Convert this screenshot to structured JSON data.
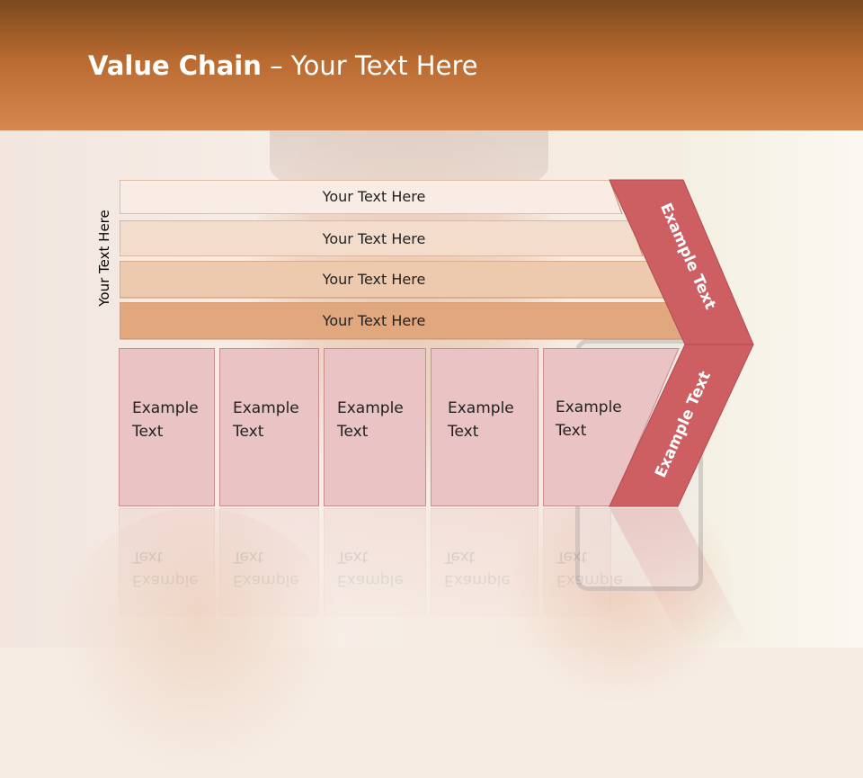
{
  "slide": {
    "title_bold": "Value Chain",
    "title_rest": " – Your Text Here",
    "side_label": "Your Text Here"
  },
  "bars": [
    {
      "label": "Your Text Here",
      "fill": "#f9ece4"
    },
    {
      "label": "Your Text Here",
      "fill": "#f4dccd"
    },
    {
      "label": "Your Text Here",
      "fill": "#edc9ad"
    },
    {
      "label": "Your Text Here",
      "fill": "#e1a77f"
    }
  ],
  "boxes": [
    {
      "line1": "Example",
      "line2": "Text"
    },
    {
      "line1": "Example",
      "line2": "Text"
    },
    {
      "line1": "Example",
      "line2": "Text"
    },
    {
      "line1": "Example",
      "line2": "Text"
    },
    {
      "line1": "Example",
      "line2": "Text"
    }
  ],
  "chevron": {
    "upper_label": "Example Text",
    "lower_label": "Example Text",
    "color": "#cd5f63"
  },
  "colors": {
    "header_dark": "#7a4a1e",
    "header_light": "#d5874f",
    "box_fill": "#eac3c4",
    "bar_border": "#c8906c"
  }
}
